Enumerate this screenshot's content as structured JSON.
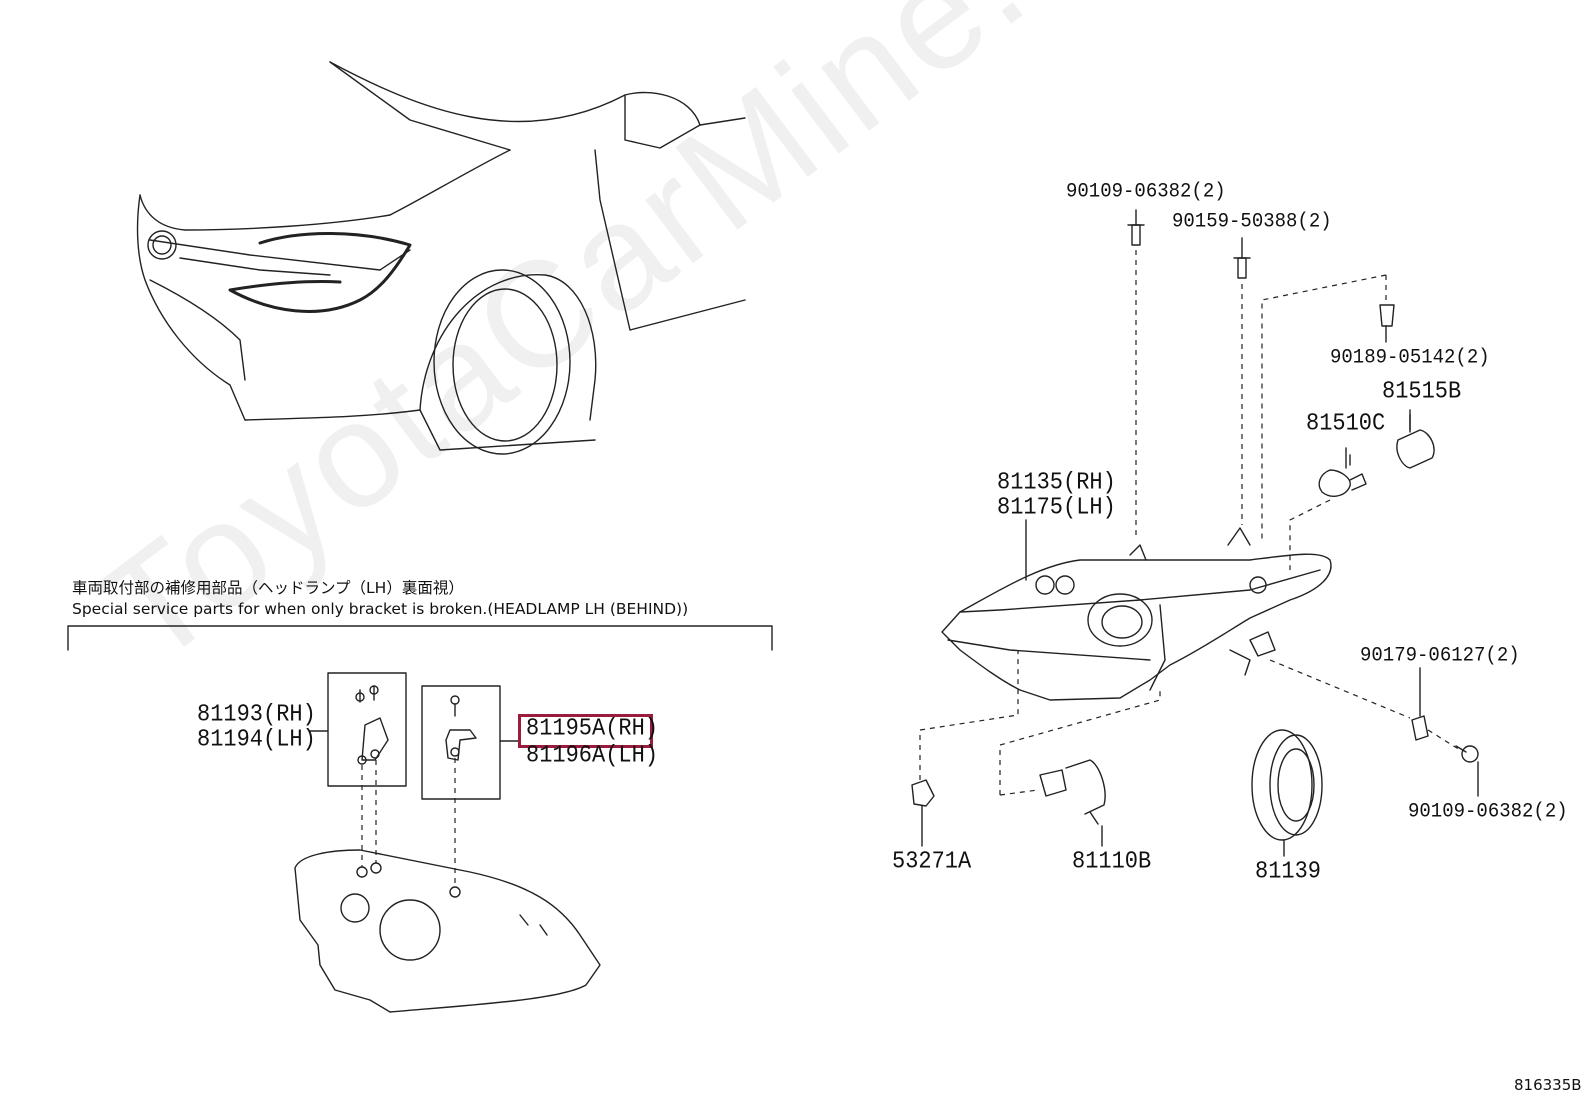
{
  "watermark": "ToyotaCarMine.ru",
  "note": {
    "japanese": "車両取付部の補修用部品（ヘッドランプ（LH）裏面視）",
    "english": "Special service parts for when only bracket is broken.(HEADLAMP LH (BEHIND))"
  },
  "labels": {
    "p81193": "81193(RH)",
    "p81194": "81194(LH)",
    "p81195a": "81195A(RH)",
    "p81196a": "81196A(LH)",
    "p90109_top": "90109-06382(2)",
    "p90159": "90159-50388(2)",
    "p90189": "90189-05142(2)",
    "p81515b": "81515B",
    "p81510c": "81510C",
    "p81135": "81135(RH)",
    "p81175": "81175(LH)",
    "p90179": "90179-06127(2)",
    "p90109_bottom": "90109-06382(2)",
    "p53271a": "53271A",
    "p81110b": "81110B",
    "p81139": "81139"
  },
  "highlighted_part": "81195A(RH)",
  "diagram_code": "816335B",
  "colors": {
    "highlight": "#9b1b3c",
    "line": "#222222"
  }
}
